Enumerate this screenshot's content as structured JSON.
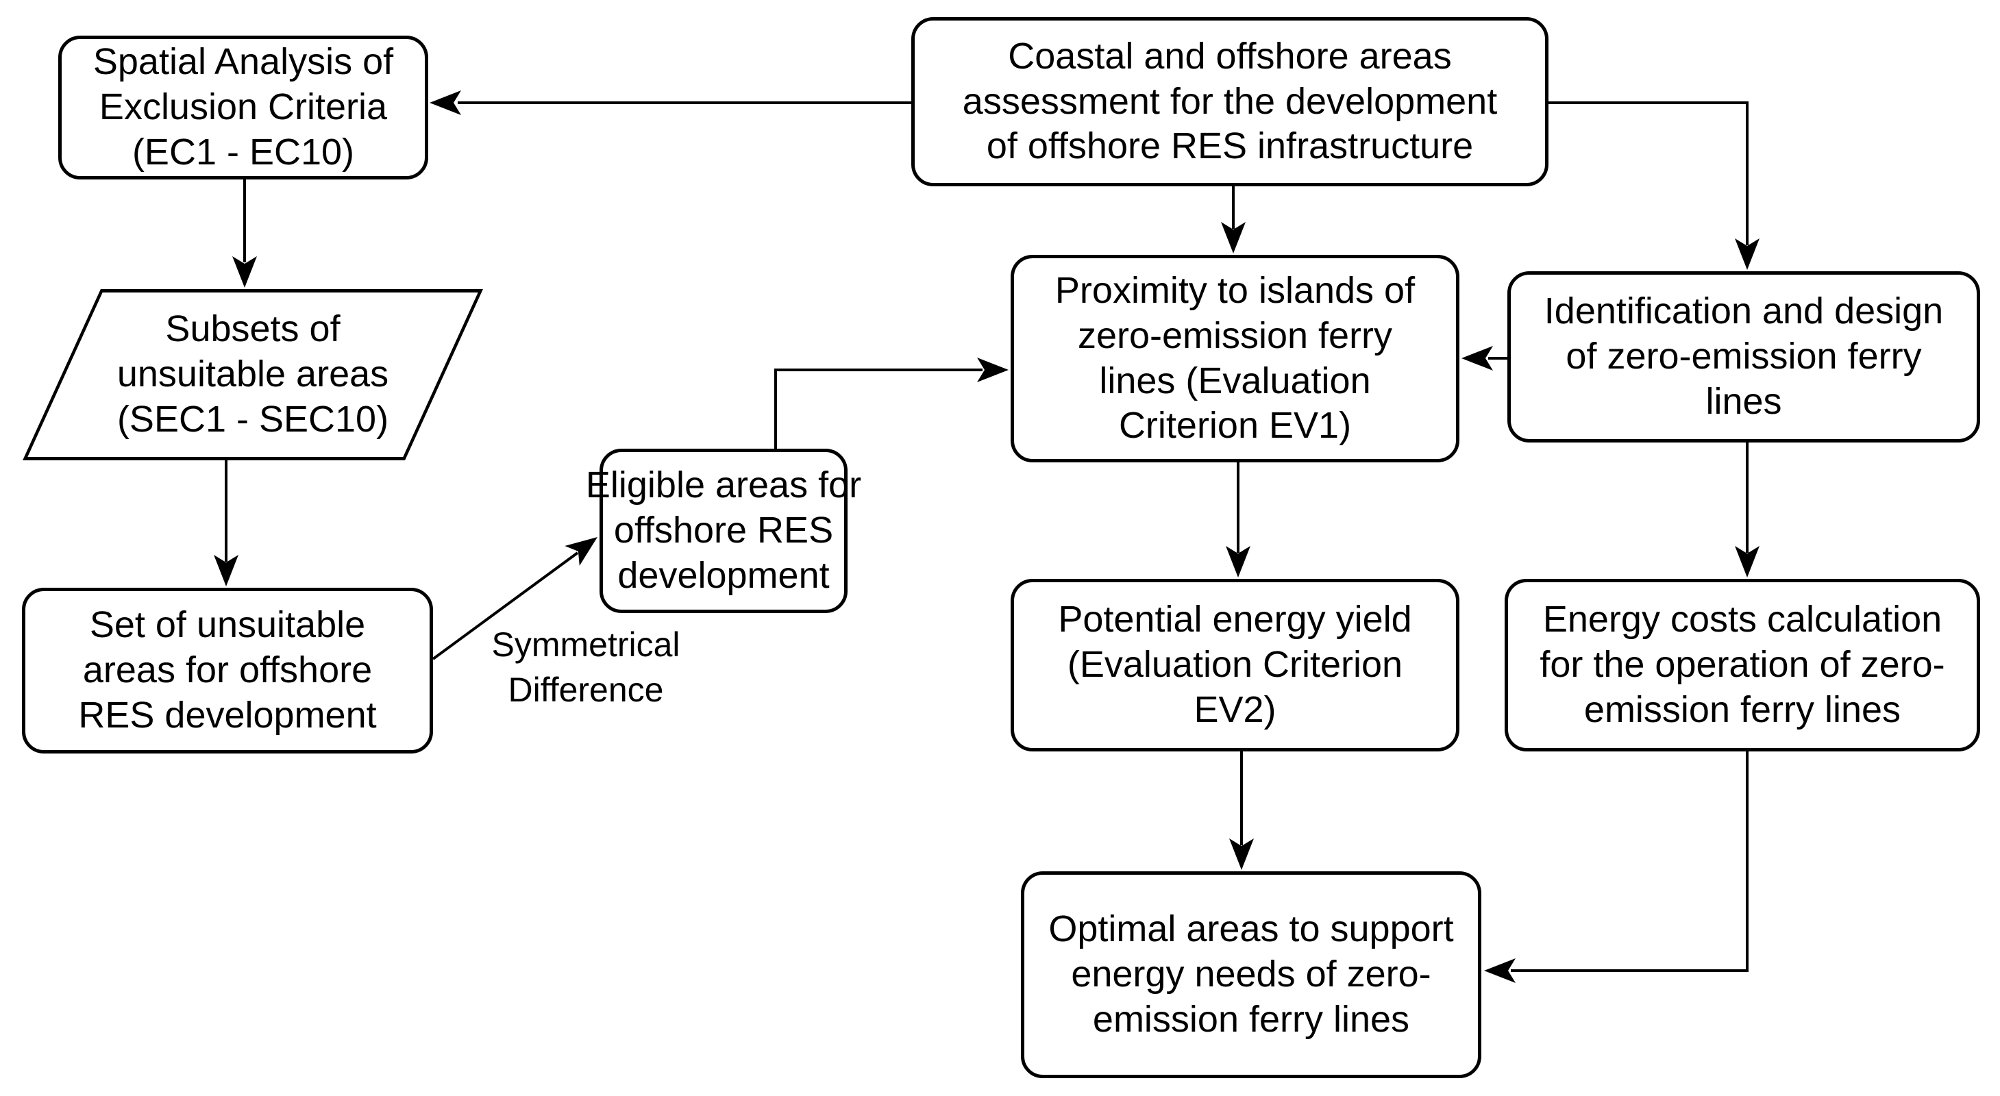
{
  "diagram": {
    "colors": {
      "stroke": "#000000",
      "fill": "#ffffff",
      "text": "#000000"
    },
    "nodes": {
      "spatial": {
        "shape": "rounded-rect",
        "text": "Spatial Analysis of\nExclusion Criteria\n(EC1 - EC10)"
      },
      "coastal": {
        "shape": "rounded-rect",
        "text": "Coastal and offshore areas\nassessment for the development\nof offshore RES infrastructure"
      },
      "subsets": {
        "shape": "parallelogram",
        "text": "Subsets of\nunsuitable areas\n(SEC1 - SEC10)"
      },
      "unsuitable_set": {
        "shape": "rounded-rect",
        "text": "Set of unsuitable\nareas for offshore\nRES development"
      },
      "eligible": {
        "shape": "rounded-rect",
        "text": "Eligible areas for\noffshore RES\ndevelopment"
      },
      "proximity": {
        "shape": "rounded-rect",
        "text": "Proximity to islands of\nzero-emission ferry\nlines (Evaluation\nCriterion EV1)"
      },
      "identification": {
        "shape": "rounded-rect",
        "text": "Identification and design\nof zero-emission ferry\nlines"
      },
      "potential_yield": {
        "shape": "rounded-rect",
        "text": "Potential energy yield\n(Evaluation Criterion\nEV2)"
      },
      "energy_costs": {
        "shape": "rounded-rect",
        "text": "Energy costs calculation\nfor the operation of zero-\nemission ferry lines"
      },
      "optimal": {
        "shape": "rounded-rect",
        "text": "Optimal areas to support\nenergy needs of zero-\nemission ferry lines"
      }
    },
    "edge_label": {
      "text": "Symmetrical\nDifference"
    }
  }
}
